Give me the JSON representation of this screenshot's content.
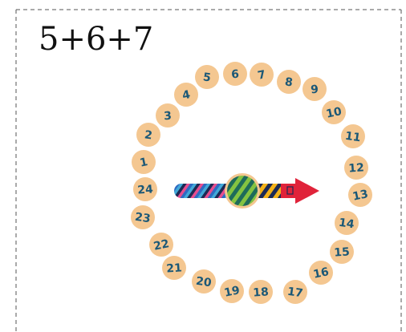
{
  "expression": "5+6+7",
  "dial": {
    "numbers": [
      "1",
      "2",
      "3",
      "4",
      "5",
      "6",
      "7",
      "8",
      "9",
      "10",
      "11",
      "12",
      "13",
      "14",
      "15",
      "16",
      "17",
      "18",
      "19",
      "20",
      "21",
      "22",
      "23",
      "24"
    ],
    "spinner_direction": "right"
  },
  "colors": {
    "token_fill": "#F4C791",
    "number_text": "#1B5877",
    "arrow_head": "#E0233A",
    "border": "#555555"
  }
}
